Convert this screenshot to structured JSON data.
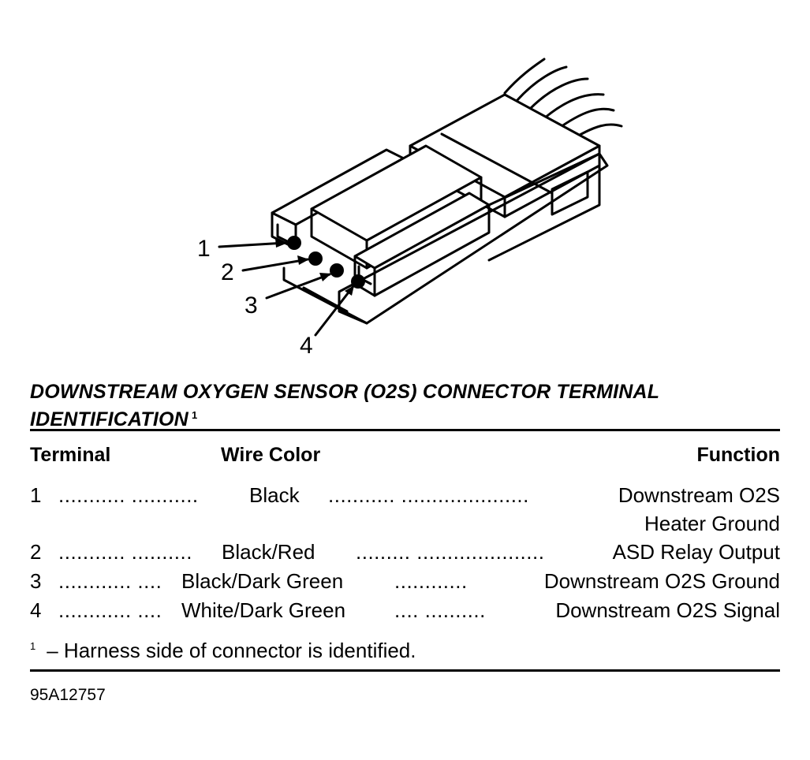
{
  "diagram": {
    "callouts": [
      "1",
      "2",
      "3",
      "4"
    ]
  },
  "title": {
    "text": "DOWNSTREAM OXYGEN SENSOR (O2S) CONNECTOR TERMINAL IDENTIFICATION",
    "marker": "1"
  },
  "table": {
    "headers": {
      "terminal": "Terminal",
      "wire_color": "Wire Color",
      "function": "Function"
    },
    "rows": [
      {
        "terminal": "1",
        "dots1": "........... ...........",
        "wire_color": "Black",
        "dots2": "........... .....................",
        "function": "Downstream O2S",
        "function_line2": "Heater Ground"
      },
      {
        "terminal": "2",
        "dots1": "........... ..........",
        "wire_color": "Black/Red",
        "dots2": "......... .....................",
        "function": "ASD Relay Output"
      },
      {
        "terminal": "3",
        "dots1": "............ ....",
        "wire_color": "Black/Dark Green",
        "dots2": "............",
        "function": "Downstream O2S Ground"
      },
      {
        "terminal": "4",
        "dots1": "............ ....",
        "wire_color": "White/Dark Green",
        "dots2": ".... ..........",
        "function": "Downstream O2S Signal"
      }
    ]
  },
  "footnote": {
    "marker": "1",
    "text": "– Harness side of connector is identified."
  },
  "figure_id": "95A12757"
}
